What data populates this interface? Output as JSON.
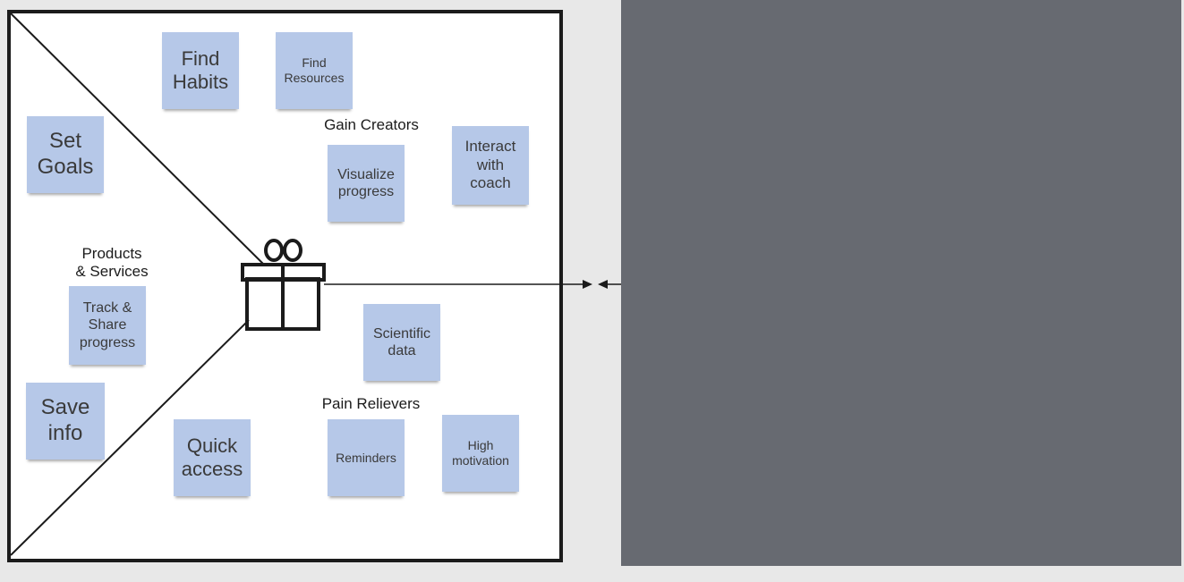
{
  "canvas": {
    "background": "#e8e8e8",
    "board_border_color": "#1b1b1b",
    "sticky_note_color": "#b6c8e8",
    "right_panel_color": "#676a71",
    "center_icon": "gift-icon"
  },
  "sections": {
    "gain_creators": "Gain Creators",
    "products_services": "Products\n& Services",
    "pain_relievers": "Pain Relievers"
  },
  "notes": {
    "find_habits": "Find\nHabits",
    "find_resources": "Find\nResources",
    "set_goals": "Set\nGoals",
    "visualize_progress": "Visualize\nprogress",
    "interact_coach": "Interact\nwith\ncoach",
    "track_share": "Track &\nShare\nprogress",
    "scientific_data": "Scientific\ndata",
    "save_info": "Save\ninfo",
    "quick_access": "Quick\naccess",
    "reminders": "Reminders",
    "high_motivation": "High\nmotivation"
  }
}
